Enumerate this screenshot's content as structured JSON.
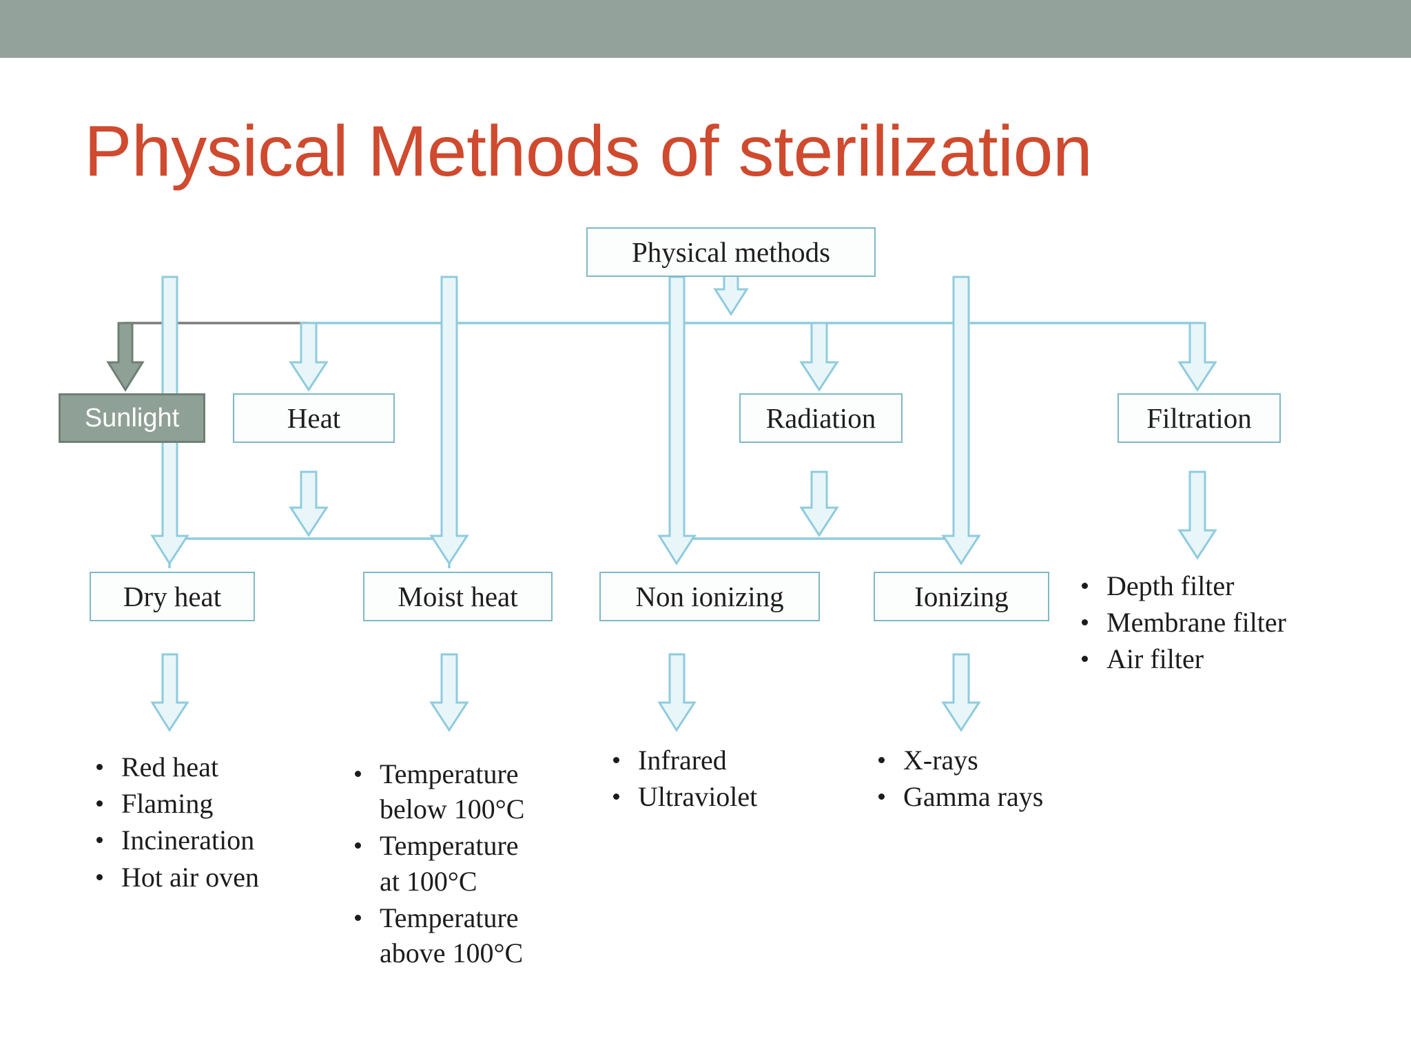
{
  "slide": {
    "title": "Physical Methods of sterilization",
    "banner_color": "#93a29a",
    "title_color": "#cf4a2e",
    "box_border_color": "#7fb8c6",
    "arrow_fill_color": "#e8f6fa",
    "arrow_stroke_color": "#8fcbdd",
    "highlight_fill_color": "#8fa096",
    "highlight_border_color": "#6e7f74",
    "connector_gray_color": "#7b7b7b"
  },
  "diagram": {
    "type": "flowchart",
    "root": {
      "label": "Physical methods"
    },
    "branches": [
      {
        "label": "Sunlight",
        "highlighted": true,
        "children": []
      },
      {
        "label": "Heat",
        "highlighted": false,
        "children": [
          {
            "label": "Dry heat",
            "items": [
              "Red heat",
              "Flaming",
              "Incineration",
              "Hot air oven"
            ]
          },
          {
            "label": "Moist heat",
            "items": [
              "Temperature below 100°C",
              "Temperature at 100°C",
              "Temperature above 100°C"
            ]
          }
        ]
      },
      {
        "label": "Radiation",
        "highlighted": false,
        "children": [
          {
            "label": "Non ionizing",
            "items": [
              "Infrared",
              "Ultraviolet"
            ]
          },
          {
            "label": "Ionizing",
            "items": [
              "X-rays",
              "Gamma rays"
            ]
          }
        ]
      },
      {
        "label": "Filtration",
        "highlighted": false,
        "items": [
          "Depth filter",
          "Membrane filter",
          "Air filter"
        ],
        "children": []
      }
    ]
  },
  "nodes": {
    "physical_methods": "Physical methods",
    "sunlight": "Sunlight",
    "heat": "Heat",
    "radiation": "Radiation",
    "filtration": "Filtration",
    "dry_heat": "Dry heat",
    "moist_heat": "Moist heat",
    "non_ionizing": "Non ionizing",
    "ionizing": "Ionizing"
  },
  "lists": {
    "dry_heat": [
      "Red heat",
      "Flaming",
      "Incineration",
      "Hot air oven"
    ],
    "moist_heat_lines": [
      [
        "Temperature",
        "below 100°C"
      ],
      [
        "Temperature",
        "at 100°C"
      ],
      [
        "Temperature",
        "above 100°C"
      ]
    ],
    "non_ionizing": [
      "Infrared",
      "Ultraviolet"
    ],
    "ionizing": [
      "X-rays",
      "Gamma rays"
    ],
    "filtration": [
      "Depth filter",
      "Membrane filter",
      "Air filter"
    ]
  }
}
